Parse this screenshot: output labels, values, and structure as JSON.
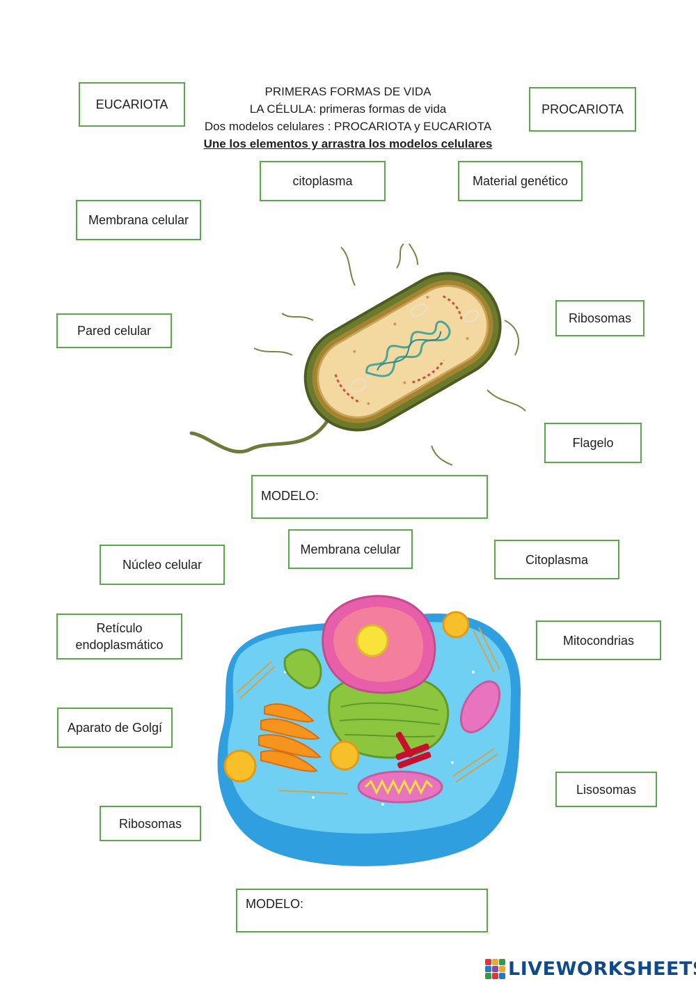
{
  "header": {
    "line1": "PRIMERAS FORMAS DE VIDA",
    "line2": "LA CÉLULA: primeras formas de vida",
    "line3": "Dos modelos celulares : PROCARIOTA y EUCARIOTA",
    "instruction": "Une los elementos y arrastra los modelos celulares"
  },
  "model_types": {
    "eucariota": "EUCARIOTA",
    "procariota": "PROCARIOTA"
  },
  "prokaryote_labels": {
    "citoplasma": "citoplasma",
    "material_genetico": "Material genético",
    "membrana": "Membrana celular",
    "pared": "Pared celular",
    "ribosomas": "Ribosomas",
    "flagelo": "Flagelo"
  },
  "model_slot_1": "MODELO:",
  "eukaryote_labels": {
    "membrana": "Membrana celular",
    "nucleo": "Núcleo celular",
    "citoplasma": "Citoplasma",
    "reticulo_line1": "Retículo",
    "reticulo_line2": "endoplasmático",
    "mitocondrias": "Mitocondrias",
    "golgi": "Aparato de Golgí",
    "lisosomas": "Lisosomas",
    "ribosomas": "Ribosomas"
  },
  "model_slot_2": "MODELO:",
  "branding": {
    "logo_text": "LIVEWORKSHEETS",
    "logo_icon": "liveworksheets-logo-icon"
  },
  "colors": {
    "box_border": "#5aa64b",
    "logo_blue": "#0f4a8a"
  }
}
